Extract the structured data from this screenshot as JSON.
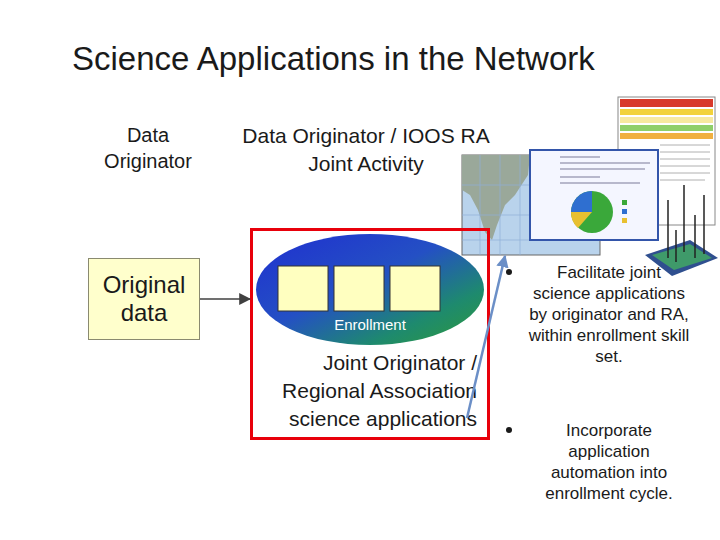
{
  "diagram": {
    "title": "Science Applications in the Network",
    "nodes": [
      {
        "text": [
          "Original data"
        ]
      },
      {
        "text": [
          "Joint Originator / Regional Association science applications"
        ]
      },
      {
        "text": [
          "Enrollment"
        ],
        "in": 1
      }
    ],
    "edges": [
      {
        "from": 0,
        "to": 1,
        "arrow": "to"
      }
    ],
    "labels": [
      "Data Originator",
      "Data Originator / IOOS RA Joint Activity",
      "Facilitate joint science applications by originator and RA, within enrollment skill set.",
      "Incorporate application automation into enrollment cycle."
    ]
  }
}
